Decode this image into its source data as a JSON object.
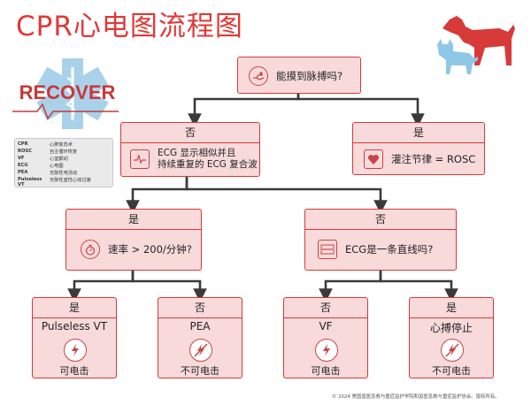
{
  "title": "CPR心电图流程图",
  "logo_text": "RECOVER",
  "legend": [
    {
      "abbr": "CPR",
      "def": "心肺复苏术"
    },
    {
      "abbr": "ROSC",
      "def": "自主循环恢复"
    },
    {
      "abbr": "VF",
      "def": "心室颤动"
    },
    {
      "abbr": "ECG",
      "def": "心电图"
    },
    {
      "abbr": "PEA",
      "def": "无脉性电活动"
    },
    {
      "abbr": "Pulseless VT",
      "def": "无脉性室性心动过速"
    }
  ],
  "root": {
    "question": "能摸到脉搏吗?"
  },
  "no_branch": {
    "header": "否",
    "text_line1": "ECG 显示相似并且",
    "text_line2": "持续重复的 ECG 复合波"
  },
  "yes_branch": {
    "header": "是",
    "text": "灌注节律 = ROSC"
  },
  "rate_box": {
    "header": "是",
    "question": "速率 > 200/分钟?"
  },
  "flat_box": {
    "header": "否",
    "question": "ECG是一条直线吗?"
  },
  "leaves": [
    {
      "header": "是",
      "label": "Pulseless VT",
      "action": "可电击",
      "shockable": true
    },
    {
      "header": "否",
      "label": "PEA",
      "action": "不可电击",
      "shockable": false
    },
    {
      "header": "否",
      "label": "VF",
      "action": "可电击",
      "shockable": true
    },
    {
      "header": "是",
      "label": "心搏停止",
      "action": "不可电击",
      "shockable": false
    }
  ],
  "footer": "© 2024 美国兽医急救与重症监护学院和兽医急救与重症监护协会。版权所有。",
  "colors": {
    "accent": "#d8393a",
    "box_fill": "#f8dadb",
    "connector": "#3a3a3a",
    "title": "#e03838"
  }
}
